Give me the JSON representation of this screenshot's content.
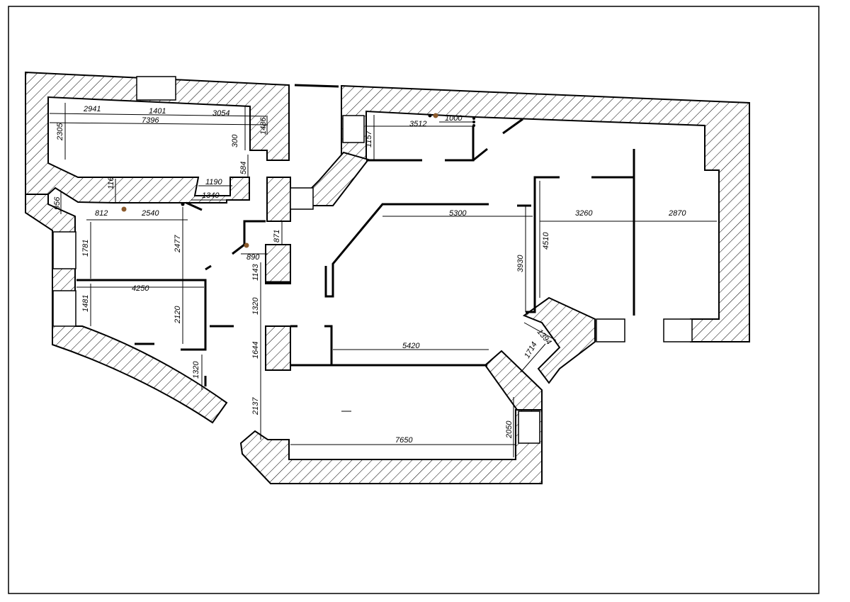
{
  "dimensions": {
    "d2941": "2941",
    "d1401": "1401",
    "d3054": "3054",
    "d7396": "7396",
    "d2305": "2305",
    "d1486": "1486",
    "d300": "300",
    "d584": "584",
    "d1190": "1190",
    "d1340": "1340",
    "d116": "116",
    "d956": "956",
    "d812": "812",
    "d2540": "2540",
    "d2477": "2477",
    "d1781": "1781",
    "d4250": "4250",
    "d1481": "1481",
    "d2120": "2120",
    "d1320a": "1320",
    "d871": "871",
    "d890": "890",
    "d1143": "1143",
    "d1320b": "1320",
    "d1644": "1644",
    "d2137": "2137",
    "d1157": "1157",
    "d3512": "3512",
    "d1000": "1000",
    "d5300": "5300",
    "d3930": "3930",
    "d4510": "4510",
    "d3260": "3260",
    "d2870": "2870",
    "d1394": "1394",
    "d1714": "1714",
    "d5420": "5420",
    "d2050": "2050",
    "d7650": "7650"
  }
}
